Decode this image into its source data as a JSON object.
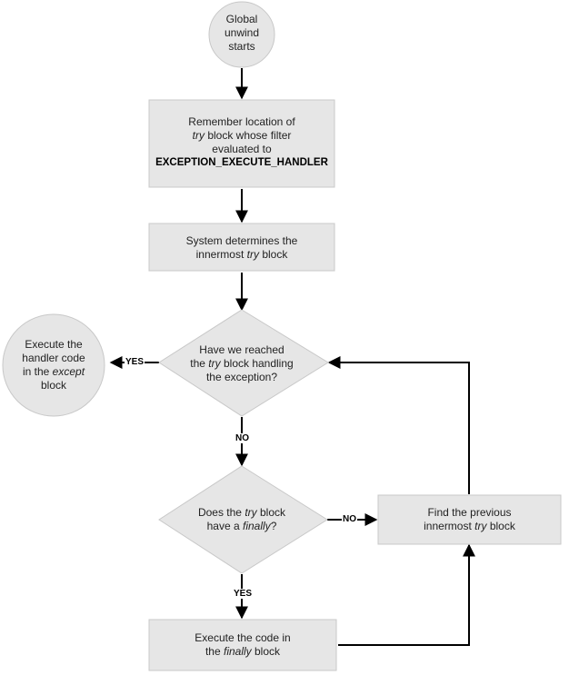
{
  "nodes": {
    "start": {
      "line1": "Global",
      "line2": "unwind",
      "line3": "starts"
    },
    "remember": {
      "line1": "Remember location of",
      "line2_em": "try",
      "line2_rest": " block whose filter",
      "line3": "evaluated to",
      "line4": "EXCEPTION_EXECUTE_HANDLER"
    },
    "innermost": {
      "line1": "System determines the",
      "line2_pre": "innermost ",
      "line2_em": "try",
      "line2_rest": " block"
    },
    "reached": {
      "line1": "Have we reached",
      "line2_pre": "the ",
      "line2_em": "try",
      "line2_rest": " block handling",
      "line3": "the exception?"
    },
    "execute_handler": {
      "line1": "Execute the",
      "line2": "handler code",
      "line3_pre": "in the ",
      "line3_em": "except",
      "line4": "block"
    },
    "has_finally": {
      "line1_pre": "Does the ",
      "line1_em": "try",
      "line1_rest": " block",
      "line2_pre": "have a ",
      "line2_em": "finally",
      "line2_rest": "?"
    },
    "find_previous": {
      "line1": "Find the previous",
      "line2_pre": "innermost ",
      "line2_em": "try",
      "line2_rest": " block"
    },
    "exec_finally": {
      "line1": "Execute the code in",
      "line2_pre": "the ",
      "line2_em": "finally",
      "line2_rest": " block"
    }
  },
  "edge_labels": {
    "yes_left": "YES",
    "no_down": "NO",
    "no_right": "NO",
    "yes_down": "YES"
  }
}
